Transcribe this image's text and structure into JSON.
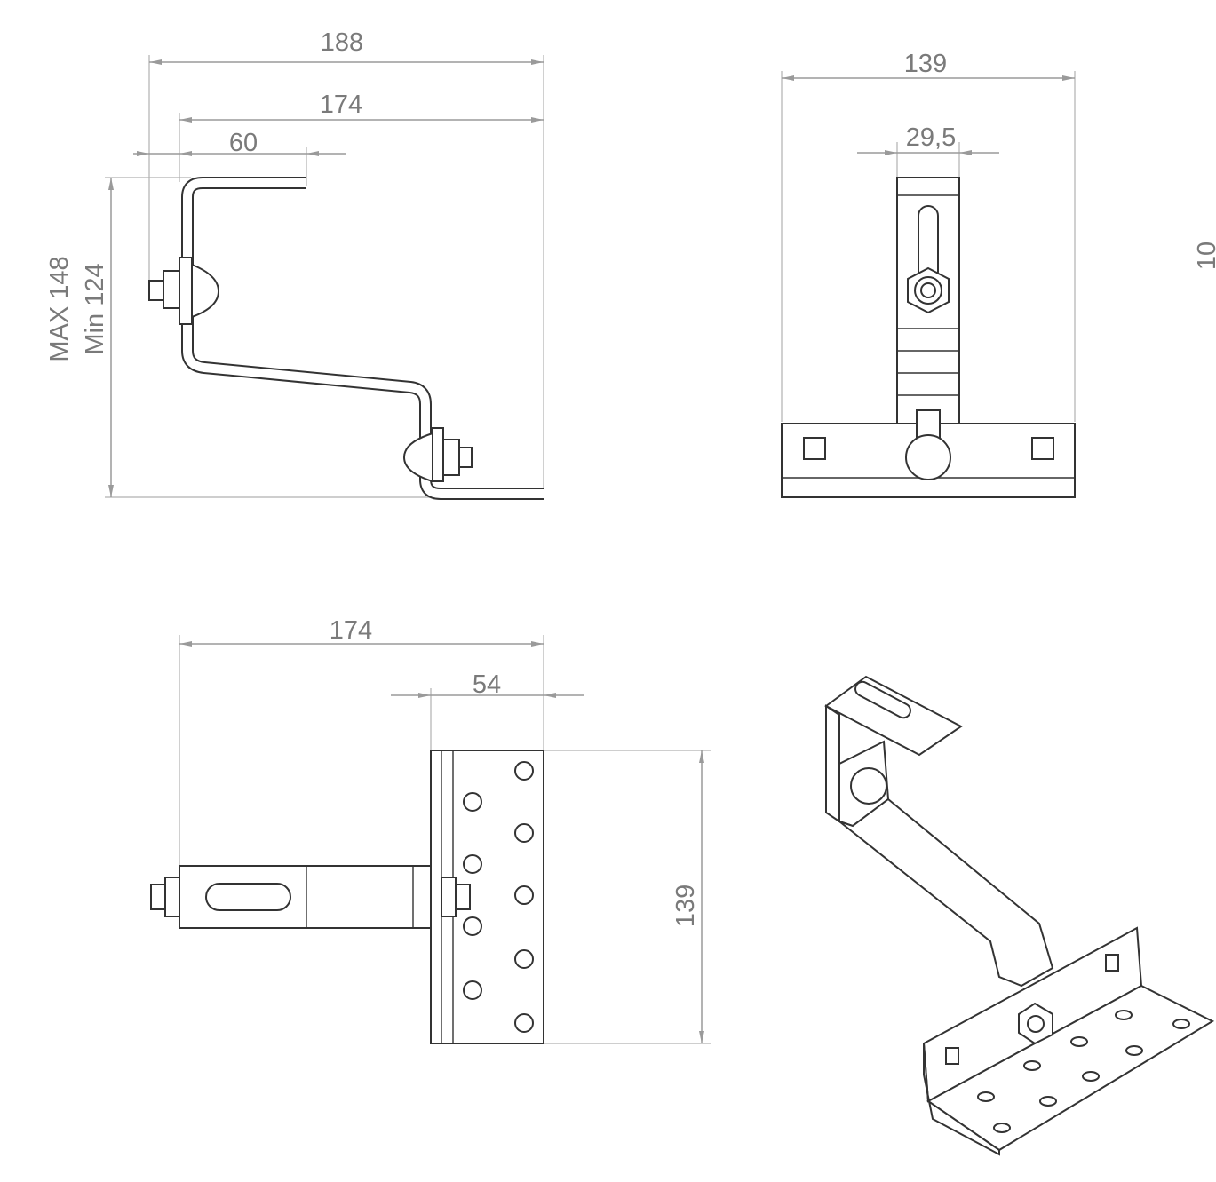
{
  "side_view": {
    "dim_overall_width": "188",
    "dim_width": "174",
    "dim_top_flange": "60",
    "dim_height_max": "MAX 148",
    "dim_height_min": "Min 124"
  },
  "front_view": {
    "dim_base_width": "139",
    "dim_plate_width": "29,5"
  },
  "top_view": {
    "dim_width": "174",
    "dim_plate_depth": "54",
    "dim_plate_length": "139"
  },
  "edge_fragment": "10"
}
